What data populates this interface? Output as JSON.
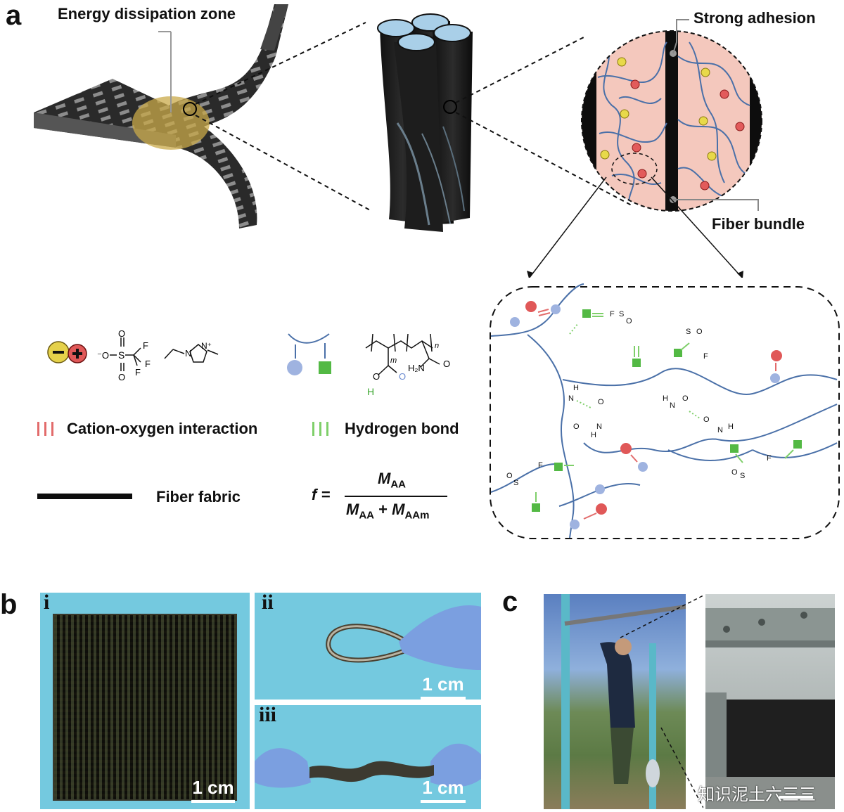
{
  "panels": {
    "a": "a",
    "b": "b",
    "c": "c"
  },
  "labels": {
    "energy_zone": "Energy dissipation zone",
    "strong_adhesion": "Strong adhesion",
    "fiber_bundle": "Fiber bundle"
  },
  "legend": {
    "cation_oxygen": "Cation-oxygen interaction",
    "hydrogen_bond": "Hydrogen bond",
    "fiber_fabric": "Fiber fabric",
    "formula_f": "f =",
    "formula_num": "M",
    "formula_num_sub": "AA",
    "formula_den_1": "M",
    "formula_den_1_sub": "AA",
    "formula_plus": "+",
    "formula_den_2": "M",
    "formula_den_2_sub": "AAm"
  },
  "chem": {
    "anion_left": "⁻O",
    "s": "S",
    "o": "O",
    "f": "F",
    "n": "N",
    "h": "H",
    "h2n": "H₂N",
    "m": "m",
    "nsub": "n",
    "plus_n": "N⁺"
  },
  "photos": {
    "b_i": "i",
    "b_ii": "ii",
    "b_iii": "iii",
    "scale_label": "1 cm",
    "watermark": "知识泥土六三三"
  },
  "colors": {
    "skin": "#f4c8bd",
    "polymer": "#4a70a8",
    "cation_red": "#e26b6b",
    "hbond_green": "#7fcf6a",
    "zone_yellow": "#c9a94a",
    "fabric_dark": "#2d2d2d",
    "blue_bg": "#6ec7e0"
  }
}
